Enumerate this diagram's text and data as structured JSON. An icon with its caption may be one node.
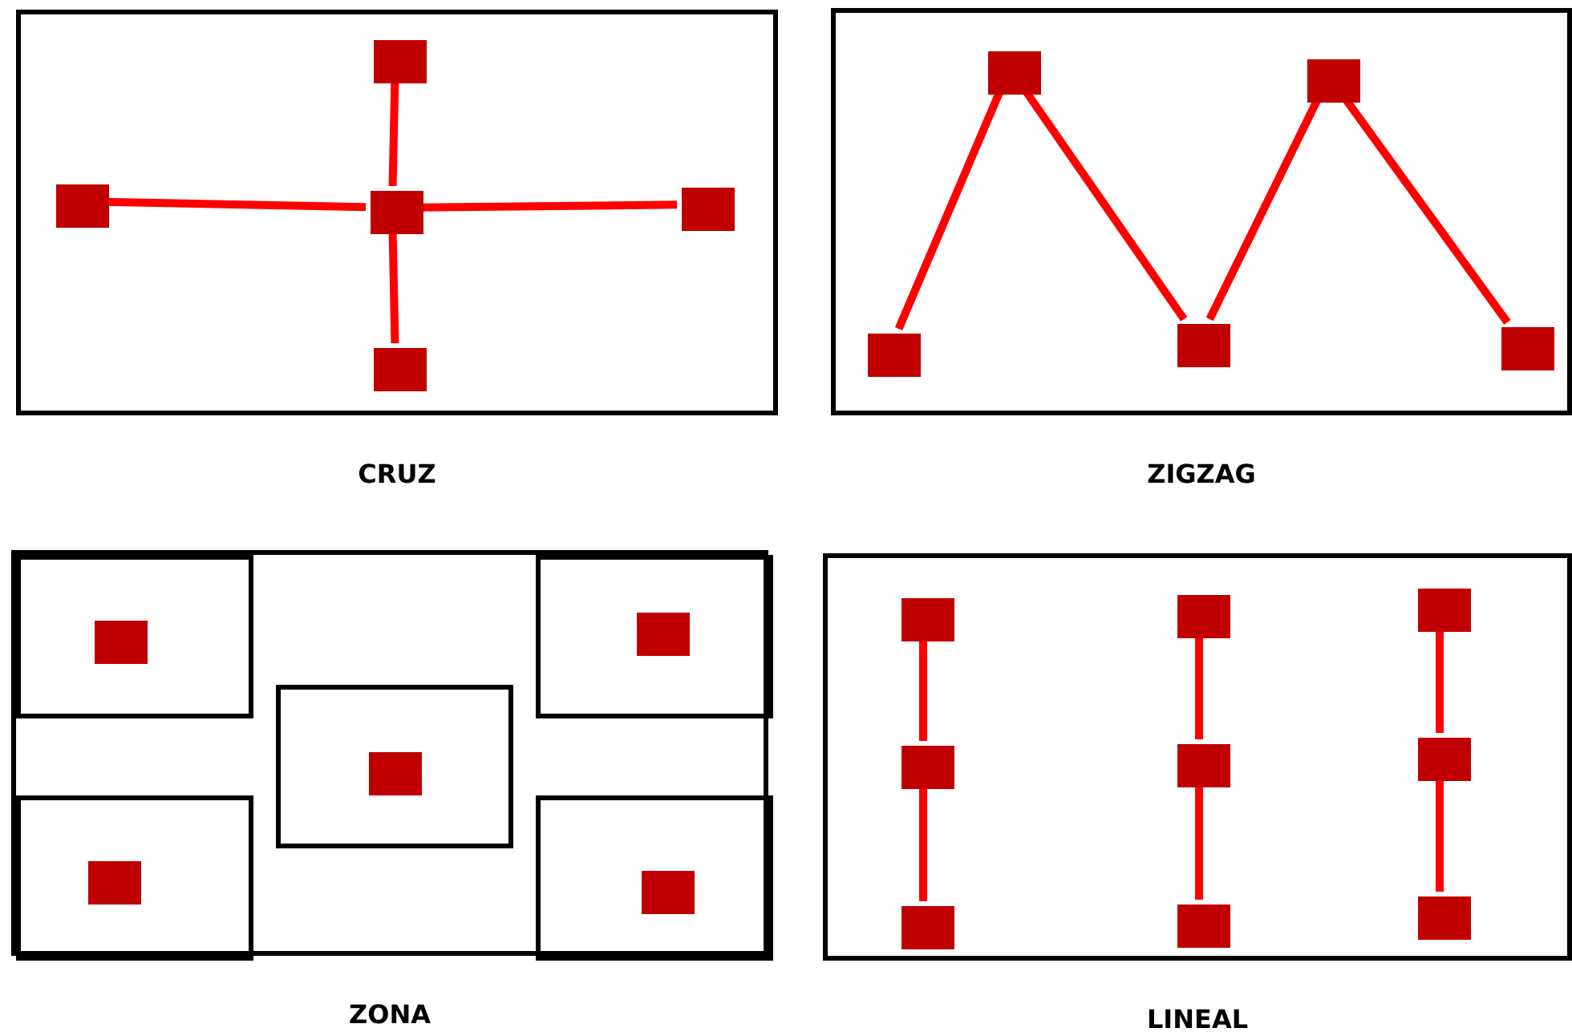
{
  "diagram": {
    "nodes": [
      {
        "text": [
          "CRUZ"
        ]
      },
      {
        "text": [],
        "shape": "box",
        "in": 0
      },
      {
        "text": [],
        "shape": "box",
        "in": 0
      },
      {
        "text": [],
        "shape": "box",
        "in": 0
      },
      {
        "text": [],
        "shape": "box",
        "in": 0
      },
      {
        "text": [],
        "shape": "box",
        "in": 0
      },
      {
        "text": [
          "ZIGZAG"
        ]
      },
      {
        "text": [],
        "shape": "box",
        "in": 6
      },
      {
        "text": [],
        "shape": "box",
        "in": 6
      },
      {
        "text": [],
        "shape": "box",
        "in": 6
      },
      {
        "text": [],
        "shape": "box",
        "in": 6
      },
      {
        "text": [],
        "shape": "box",
        "in": 6
      },
      {
        "text": [
          "ZONA"
        ]
      },
      {
        "text": [],
        "shape": "box",
        "in": 12
      },
      {
        "text": [],
        "shape": "box",
        "in": 13
      },
      {
        "text": [],
        "shape": "box",
        "in": 12
      },
      {
        "text": [],
        "shape": "box",
        "in": 15
      },
      {
        "text": [],
        "shape": "box",
        "in": 12
      },
      {
        "text": [],
        "shape": "box",
        "in": 17
      },
      {
        "text": [],
        "shape": "box",
        "in": 12
      },
      {
        "text": [],
        "shape": "box",
        "in": 19
      },
      {
        "text": [],
        "shape": "box",
        "in": 12
      },
      {
        "text": [],
        "shape": "box",
        "in": 21
      },
      {
        "text": [
          "LINEAL"
        ]
      },
      {
        "text": [],
        "shape": "box",
        "in": 23
      },
      {
        "text": [],
        "shape": "box",
        "in": 23
      },
      {
        "text": [],
        "shape": "box",
        "in": 23
      },
      {
        "text": [],
        "shape": "box",
        "in": 23
      },
      {
        "text": [],
        "shape": "box",
        "in": 23
      },
      {
        "text": [],
        "shape": "box",
        "in": 23
      },
      {
        "text": [],
        "shape": "box",
        "in": 23
      },
      {
        "text": [],
        "shape": "box",
        "in": 23
      },
      {
        "text": [],
        "shape": "box",
        "in": 23
      }
    ],
    "edges": [
      {
        "from": 1,
        "to": 3,
        "arrow": "none"
      },
      {
        "from": 2,
        "to": 3,
        "arrow": "none"
      },
      {
        "from": 3,
        "to": 4,
        "arrow": "none"
      },
      {
        "from": 3,
        "to": 5,
        "arrow": "none"
      },
      {
        "from": 7,
        "to": 8,
        "arrow": "none"
      },
      {
        "from": 8,
        "to": 9,
        "arrow": "none"
      },
      {
        "from": 9,
        "to": 10,
        "arrow": "none"
      },
      {
        "from": 10,
        "to": 11,
        "arrow": "none"
      },
      {
        "from": 24,
        "to": 27,
        "arrow": "none"
      },
      {
        "from": 27,
        "to": 30,
        "arrow": "none"
      },
      {
        "from": 25,
        "to": 28,
        "arrow": "none"
      },
      {
        "from": 28,
        "to": 31,
        "arrow": "none"
      },
      {
        "from": 26,
        "to": 29,
        "arrow": "none"
      },
      {
        "from": 29,
        "to": 32,
        "arrow": "none"
      }
    ]
  }
}
